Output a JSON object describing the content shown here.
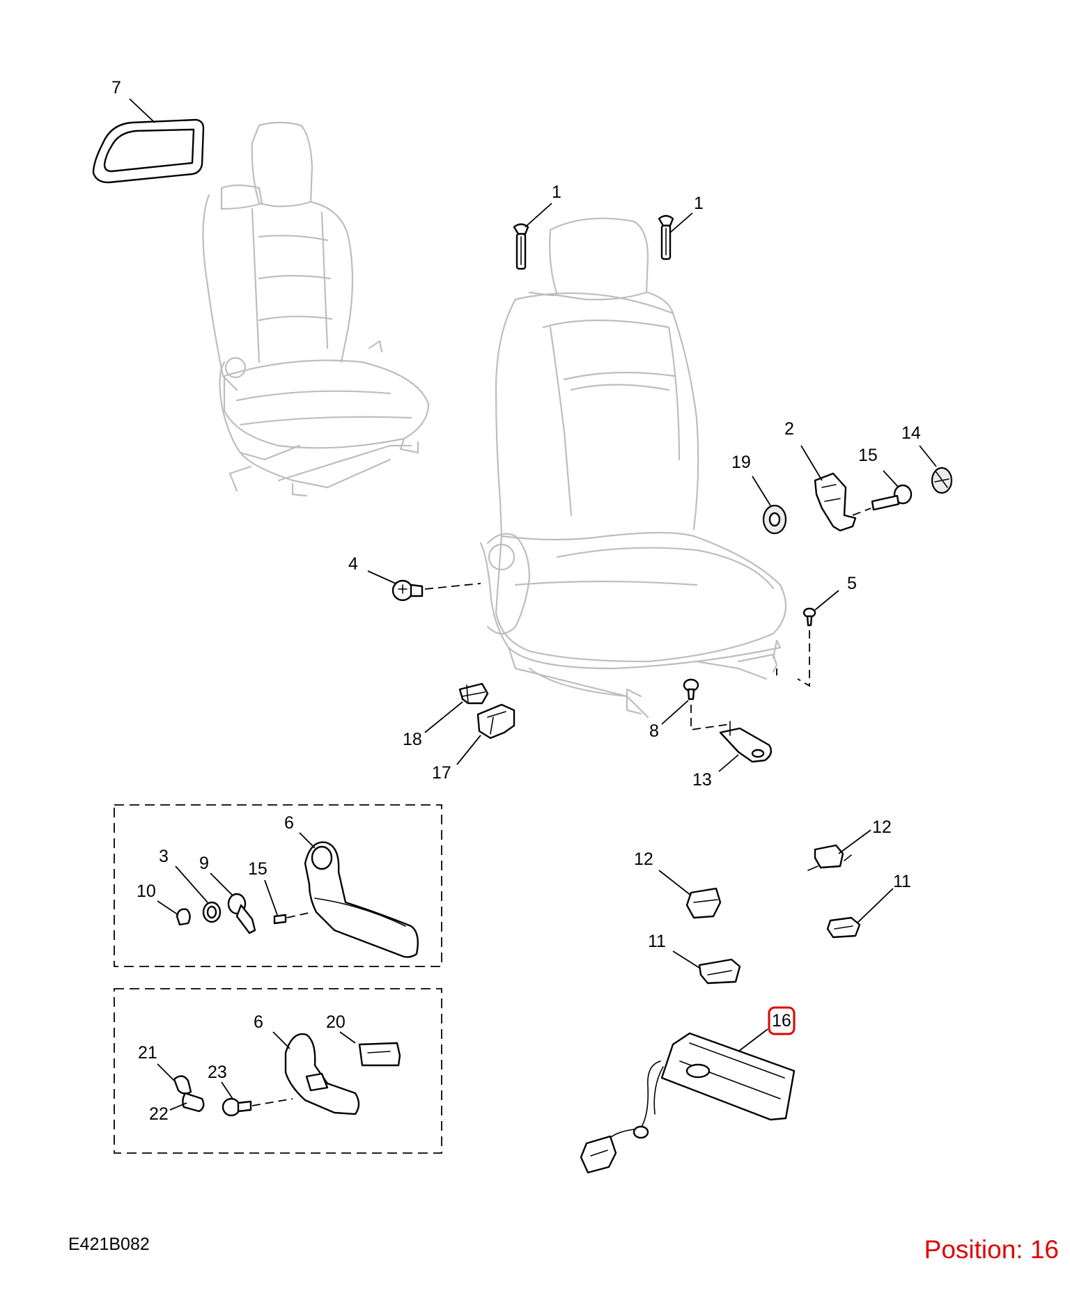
{
  "drawing_id": "E421B082",
  "position_label": "Position: 16",
  "highlight_color": "#e00000",
  "callouts": [
    {
      "id": "c7",
      "text": "7"
    },
    {
      "id": "c1a",
      "text": "1"
    },
    {
      "id": "c1b",
      "text": "1"
    },
    {
      "id": "c2",
      "text": "2"
    },
    {
      "id": "c14",
      "text": "14"
    },
    {
      "id": "c15a",
      "text": "15"
    },
    {
      "id": "c19",
      "text": "19"
    },
    {
      "id": "c4",
      "text": "4"
    },
    {
      "id": "c5",
      "text": "5"
    },
    {
      "id": "c8",
      "text": "8"
    },
    {
      "id": "c13",
      "text": "13"
    },
    {
      "id": "c18",
      "text": "18"
    },
    {
      "id": "c17",
      "text": "17"
    },
    {
      "id": "c6a",
      "text": "6"
    },
    {
      "id": "c3",
      "text": "3"
    },
    {
      "id": "c9",
      "text": "9"
    },
    {
      "id": "c15b",
      "text": "15"
    },
    {
      "id": "c10",
      "text": "10"
    },
    {
      "id": "c12a",
      "text": "12"
    },
    {
      "id": "c12b",
      "text": "12"
    },
    {
      "id": "c11a",
      "text": "11"
    },
    {
      "id": "c11b",
      "text": "11"
    },
    {
      "id": "c6b",
      "text": "6"
    },
    {
      "id": "c20",
      "text": "20"
    },
    {
      "id": "c21",
      "text": "21"
    },
    {
      "id": "c22",
      "text": "22"
    },
    {
      "id": "c23",
      "text": "23"
    },
    {
      "id": "c16",
      "text": "16"
    }
  ]
}
